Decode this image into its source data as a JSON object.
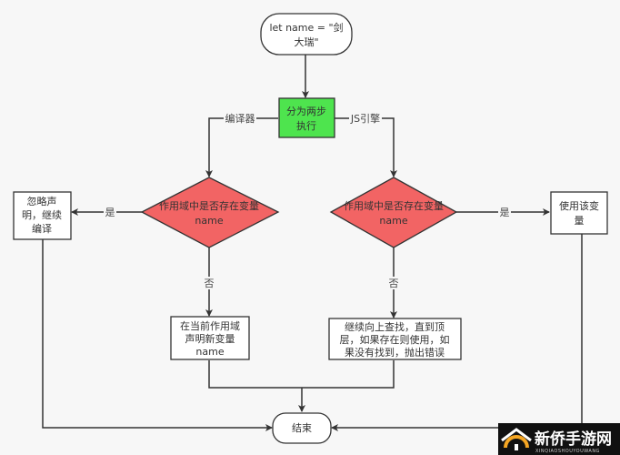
{
  "nodes": {
    "start": {
      "lines": [
        "let name = \"剑",
        "大瑞\""
      ]
    },
    "split": {
      "lines": [
        "分为两步",
        "执行"
      ],
      "fill": "#4ee44e"
    },
    "compiler_decision": {
      "lines": [
        "作用域中是否存在变量",
        "name"
      ],
      "fill": "#f26464"
    },
    "engine_decision": {
      "lines": [
        "作用域中是否存在变量",
        "name"
      ],
      "fill": "#f26464"
    },
    "ignore": {
      "lines": [
        "忽略声",
        "明，继续",
        "编译"
      ]
    },
    "use_var": {
      "lines": [
        "使用该变",
        "量"
      ]
    },
    "declare": {
      "lines": [
        "在当前作用域",
        "声明新变量",
        "name"
      ]
    },
    "lookup": {
      "lines": [
        "继续向上查找，直到顶",
        "层，如果存在则使用，如",
        "果没有找到，抛出错误"
      ]
    },
    "end": {
      "lines": [
        "结束"
      ]
    }
  },
  "edges": {
    "compiler": "编译器",
    "engine": "JS引擎",
    "yes_left": "是",
    "yes_right": "是",
    "no_left": "否",
    "no_right": "否"
  },
  "watermark": {
    "title": "新侨手游网",
    "subtitle": "XINQIAOSHOUYOUWANG"
  }
}
